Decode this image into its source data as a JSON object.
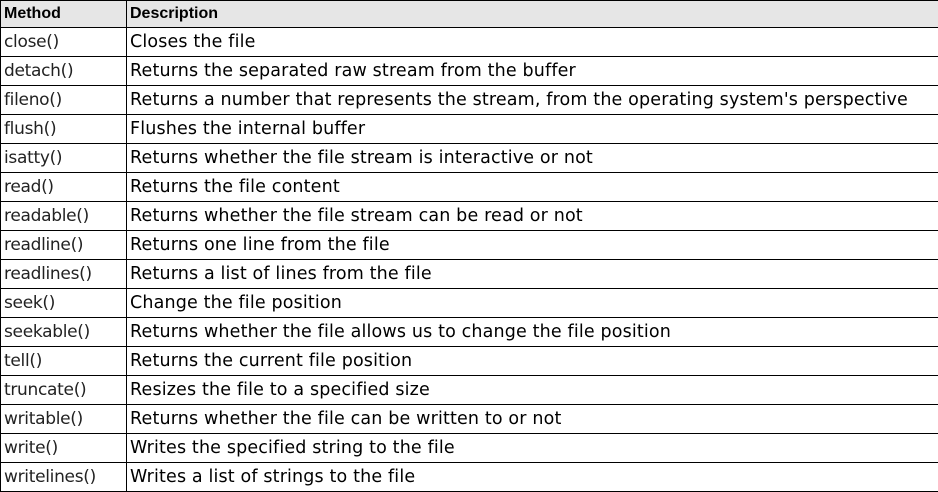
{
  "table": {
    "headers": {
      "method": "Method",
      "description": "Description"
    },
    "rows": [
      {
        "method": "close()",
        "description": "Closes the file"
      },
      {
        "method": "detach()",
        "description": "Returns the separated raw stream from the buffer"
      },
      {
        "method": "fileno()",
        "description": "Returns a number that represents the stream, from the operating system's perspective"
      },
      {
        "method": "flush()",
        "description": "Flushes the internal buffer"
      },
      {
        "method": "isatty()",
        "description": "Returns whether the file stream is interactive or not"
      },
      {
        "method": "read()",
        "description": "Returns the file content"
      },
      {
        "method": "readable()",
        "description": "Returns whether the file stream can be read or not"
      },
      {
        "method": "readline()",
        "description": "Returns one line from the file"
      },
      {
        "method": "readlines()",
        "description": "Returns a list of lines from the file"
      },
      {
        "method": "seek()",
        "description": "Change the file position"
      },
      {
        "method": "seekable()",
        "description": "Returns whether the file allows us to change the file position"
      },
      {
        "method": "tell()",
        "description": "Returns the current file position"
      },
      {
        "method": "truncate()",
        "description": "Resizes the file to a specified size"
      },
      {
        "method": "writable()",
        "description": "Returns whether the file can be written to or not"
      },
      {
        "method": "write()",
        "description": "Writes the specified string to the file"
      },
      {
        "method": "writelines()",
        "description": "Writes a list of strings to the file"
      }
    ]
  },
  "colors": {
    "header_background": "#e6e6e6",
    "border": "#000000",
    "text": "#000000"
  }
}
